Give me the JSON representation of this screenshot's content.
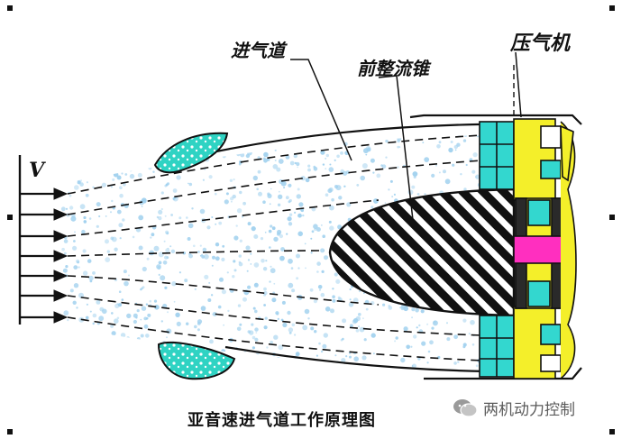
{
  "labels": {
    "inlet": "进气道",
    "cone": "前整流锥",
    "compressor": "压气机",
    "velocity": "V",
    "caption": "亚音速进气道工作原理图"
  },
  "watermark": {
    "text": "两机动力控制",
    "icon": "wechat-icon"
  },
  "colors": {
    "airflow": "#9fd0ee",
    "nacelle_lip": "#2fd3c3",
    "compressor_stator": "#33d7cf",
    "compressor_rotor": "#f4ef2a",
    "hub_marker": "#ff2fbf",
    "cone_stripe": "#111111",
    "outline": "#111111"
  }
}
